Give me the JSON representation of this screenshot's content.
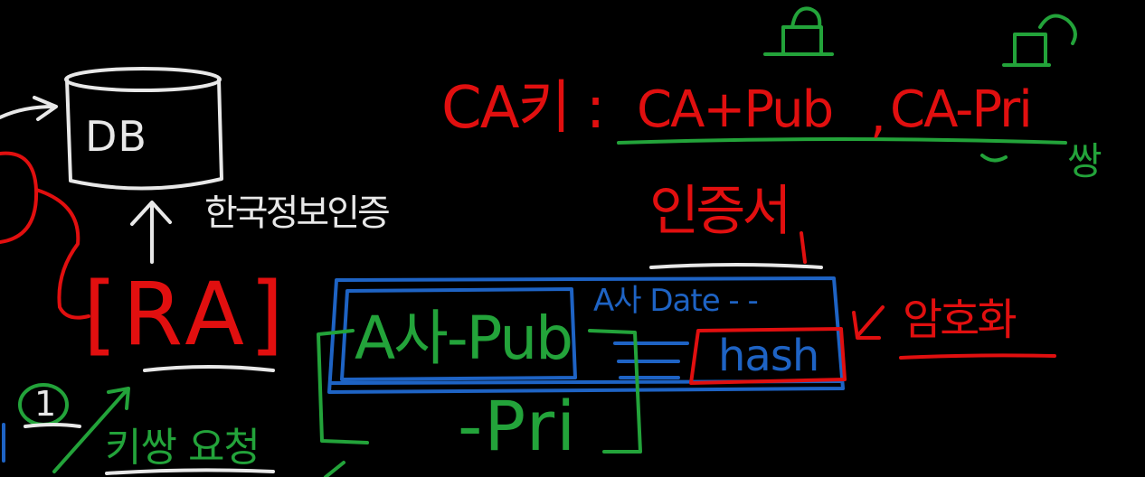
{
  "board": {
    "colors": {
      "background": "#000000",
      "red": "#e10f0f",
      "green": "#23a33a",
      "white": "#e8e8e8",
      "blue": "#1e63c4"
    },
    "database": {
      "label": "DB"
    },
    "korea_cert_label": "한국정보인증",
    "ra_label": "[RA]",
    "ca_key": {
      "prefix": "CA키 :",
      "public": "CA+Pub",
      "separator": ",",
      "private": "CA-Pri",
      "pair_note": "쌍"
    },
    "certificate_label": "인증서",
    "cert_box": {
      "owner_pub": "A사-Pub",
      "meta": "A사 Date - -",
      "hash": "hash"
    },
    "private_key": "-Pri",
    "encrypt_label": "암호화",
    "step_number": "1",
    "key_pair_request": "키쌍 요청"
  }
}
